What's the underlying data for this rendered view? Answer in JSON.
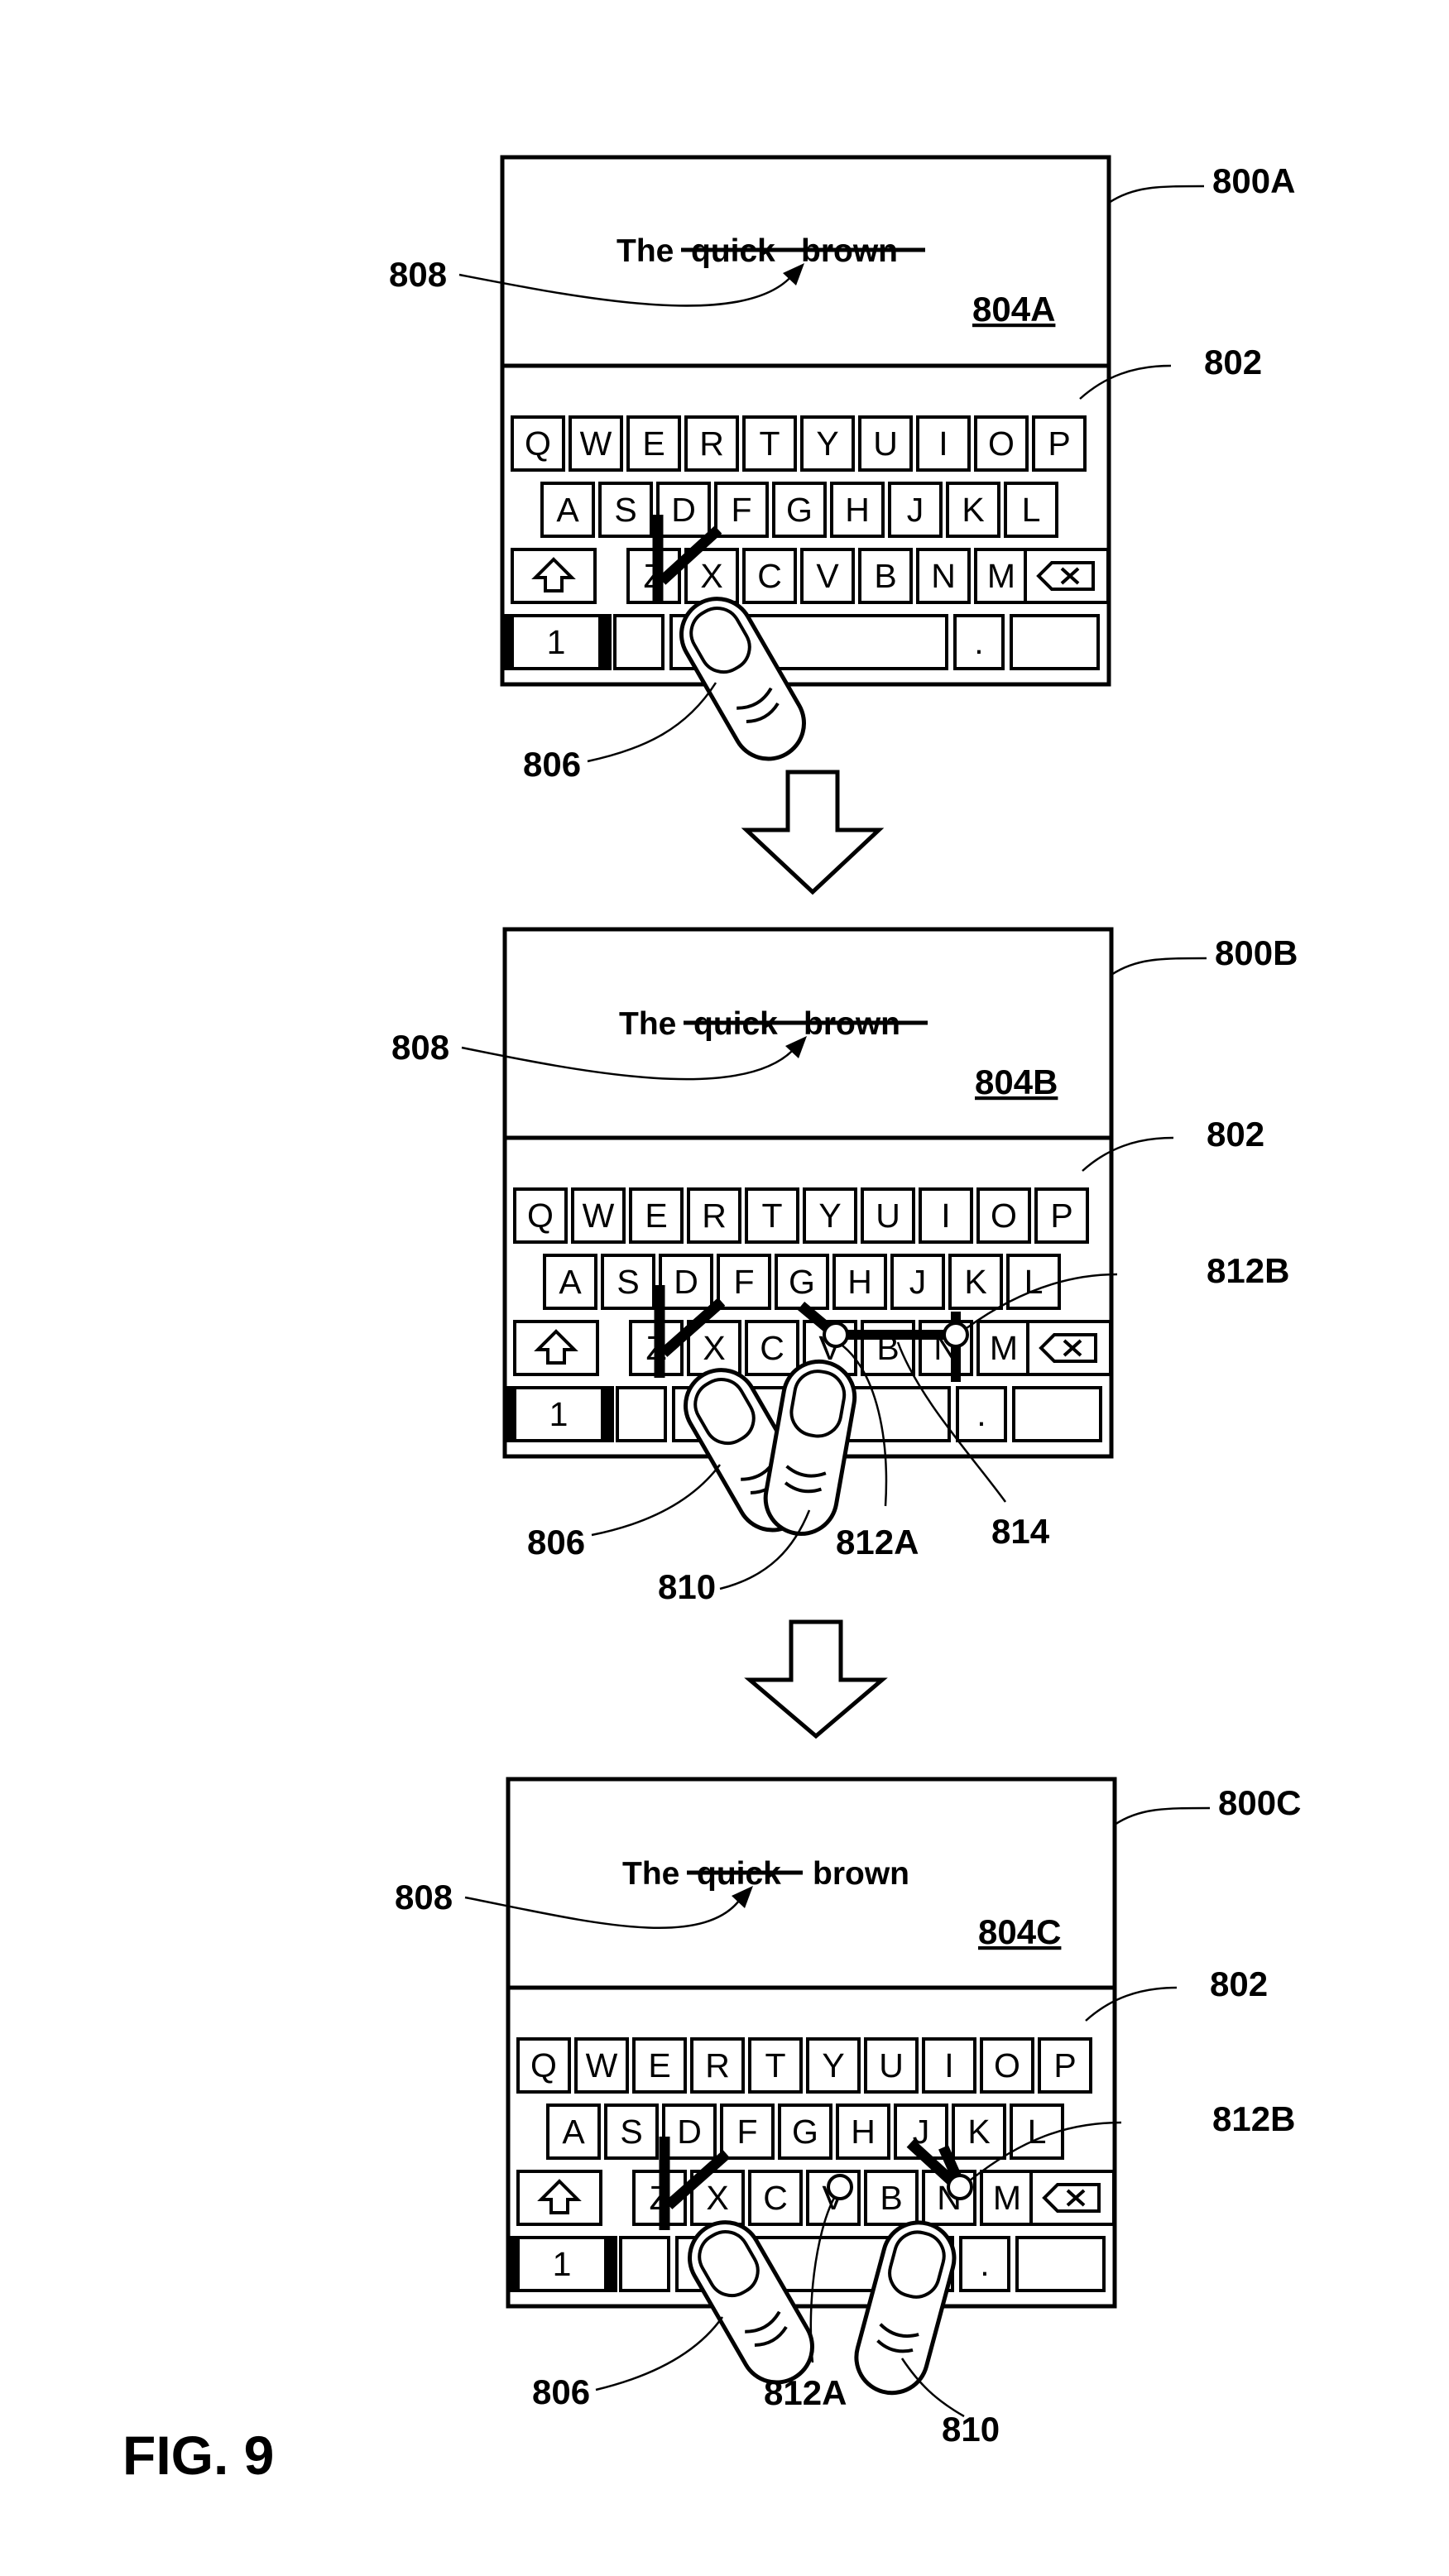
{
  "figure_label": "FIG. 9",
  "keyboard": {
    "rows": [
      [
        "Q",
        "W",
        "E",
        "R",
        "T",
        "Y",
        "U",
        "I",
        "O",
        "P"
      ],
      [
        "A",
        "S",
        "D",
        "F",
        "G",
        "H",
        "J",
        "K",
        "L"
      ],
      [
        "Z",
        "X",
        "C",
        "V",
        "B",
        "N",
        "M"
      ]
    ],
    "shift_icon": "shift-arrow-icon",
    "backspace_icon": "backspace-icon",
    "number_key": "1",
    "period_key": "."
  },
  "panels": [
    {
      "device_ref": "800A",
      "screen_ref": "804A",
      "keyboard_ref": "802",
      "text_word_1": "The",
      "text_word_2": "quick",
      "text_word_3": "brown",
      "word_2_struck": true,
      "word_3_struck": true,
      "gesture_ref": "808",
      "finger_1_ref": "806"
    },
    {
      "device_ref": "800B",
      "screen_ref": "804B",
      "keyboard_ref": "802",
      "text_word_1": "The",
      "text_word_2": "quick",
      "text_word_3": "brown",
      "word_2_struck": true,
      "word_3_struck": true,
      "gesture_ref": "808",
      "finger_1_ref": "806",
      "finger_2_ref": "810",
      "point_a_ref": "812A",
      "point_b_ref": "812B",
      "selection_ref": "814"
    },
    {
      "device_ref": "800C",
      "screen_ref": "804C",
      "keyboard_ref": "802",
      "text_word_1": "The",
      "text_word_2": "quick",
      "text_word_3": "brown",
      "word_2_struck": true,
      "word_3_struck": false,
      "gesture_ref": "808",
      "finger_1_ref": "806",
      "finger_2_ref": "810",
      "point_a_ref": "812A",
      "point_b_ref": "812B"
    }
  ]
}
